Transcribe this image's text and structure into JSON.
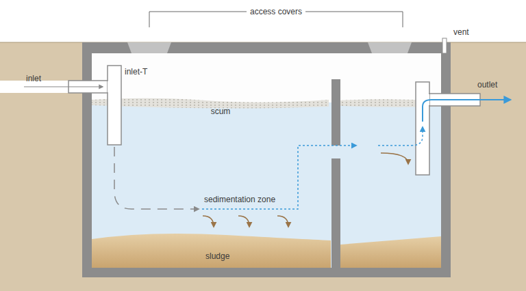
{
  "diagram": {
    "labels": [
      "access covers",
      "vent",
      "inlet",
      "inlet-T",
      "scum",
      "sedimentation zone",
      "sludge",
      "outlet"
    ]
  }
}
